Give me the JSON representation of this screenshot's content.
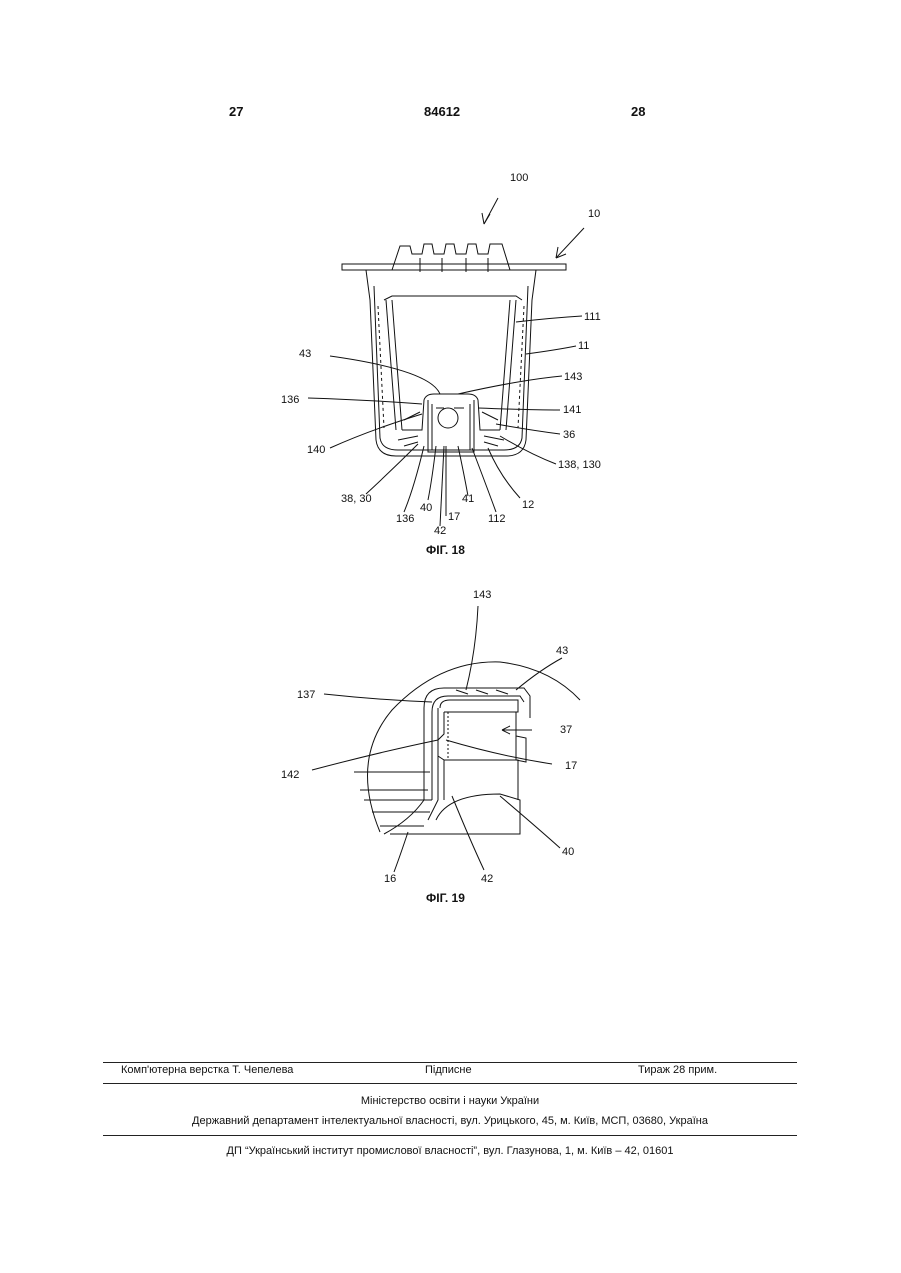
{
  "header": {
    "page_left": "27",
    "patent_no": "84612",
    "page_right": "28"
  },
  "fig18": {
    "caption": "ФІГ. 18",
    "labels": {
      "l100": "100",
      "l10": "10",
      "l111": "111",
      "l11": "11",
      "l43": "43",
      "l143": "143",
      "l136a": "136",
      "l141": "141",
      "l36": "36",
      "l140": "140",
      "l138": "138, 130",
      "l38": "38, 30",
      "l136b": "136",
      "l40": "40",
      "l17": "17",
      "l41": "41",
      "l42": "42",
      "l112": "112",
      "l12": "12"
    }
  },
  "fig19": {
    "caption": "ФІГ. 19",
    "labels": {
      "l143": "143",
      "l43": "43",
      "l137": "137",
      "l37": "37",
      "l142": "142",
      "l17": "17",
      "l40": "40",
      "l16": "16",
      "l42": "42"
    }
  },
  "footer": {
    "layout": "Комп'ютерна верстка Т. Чепелева",
    "signed": "Підписне",
    "circulation": "Тираж 28 прим.",
    "ministry": "Міністерство освіти і науки України",
    "department": "Державний департамент інтелектуальної власності, вул. Урицького, 45, м. Київ, МСП, 03680, Україна",
    "institute": "ДП “Український інститут промислової власності”, вул. Глазунова, 1, м. Київ – 42, 01601"
  }
}
